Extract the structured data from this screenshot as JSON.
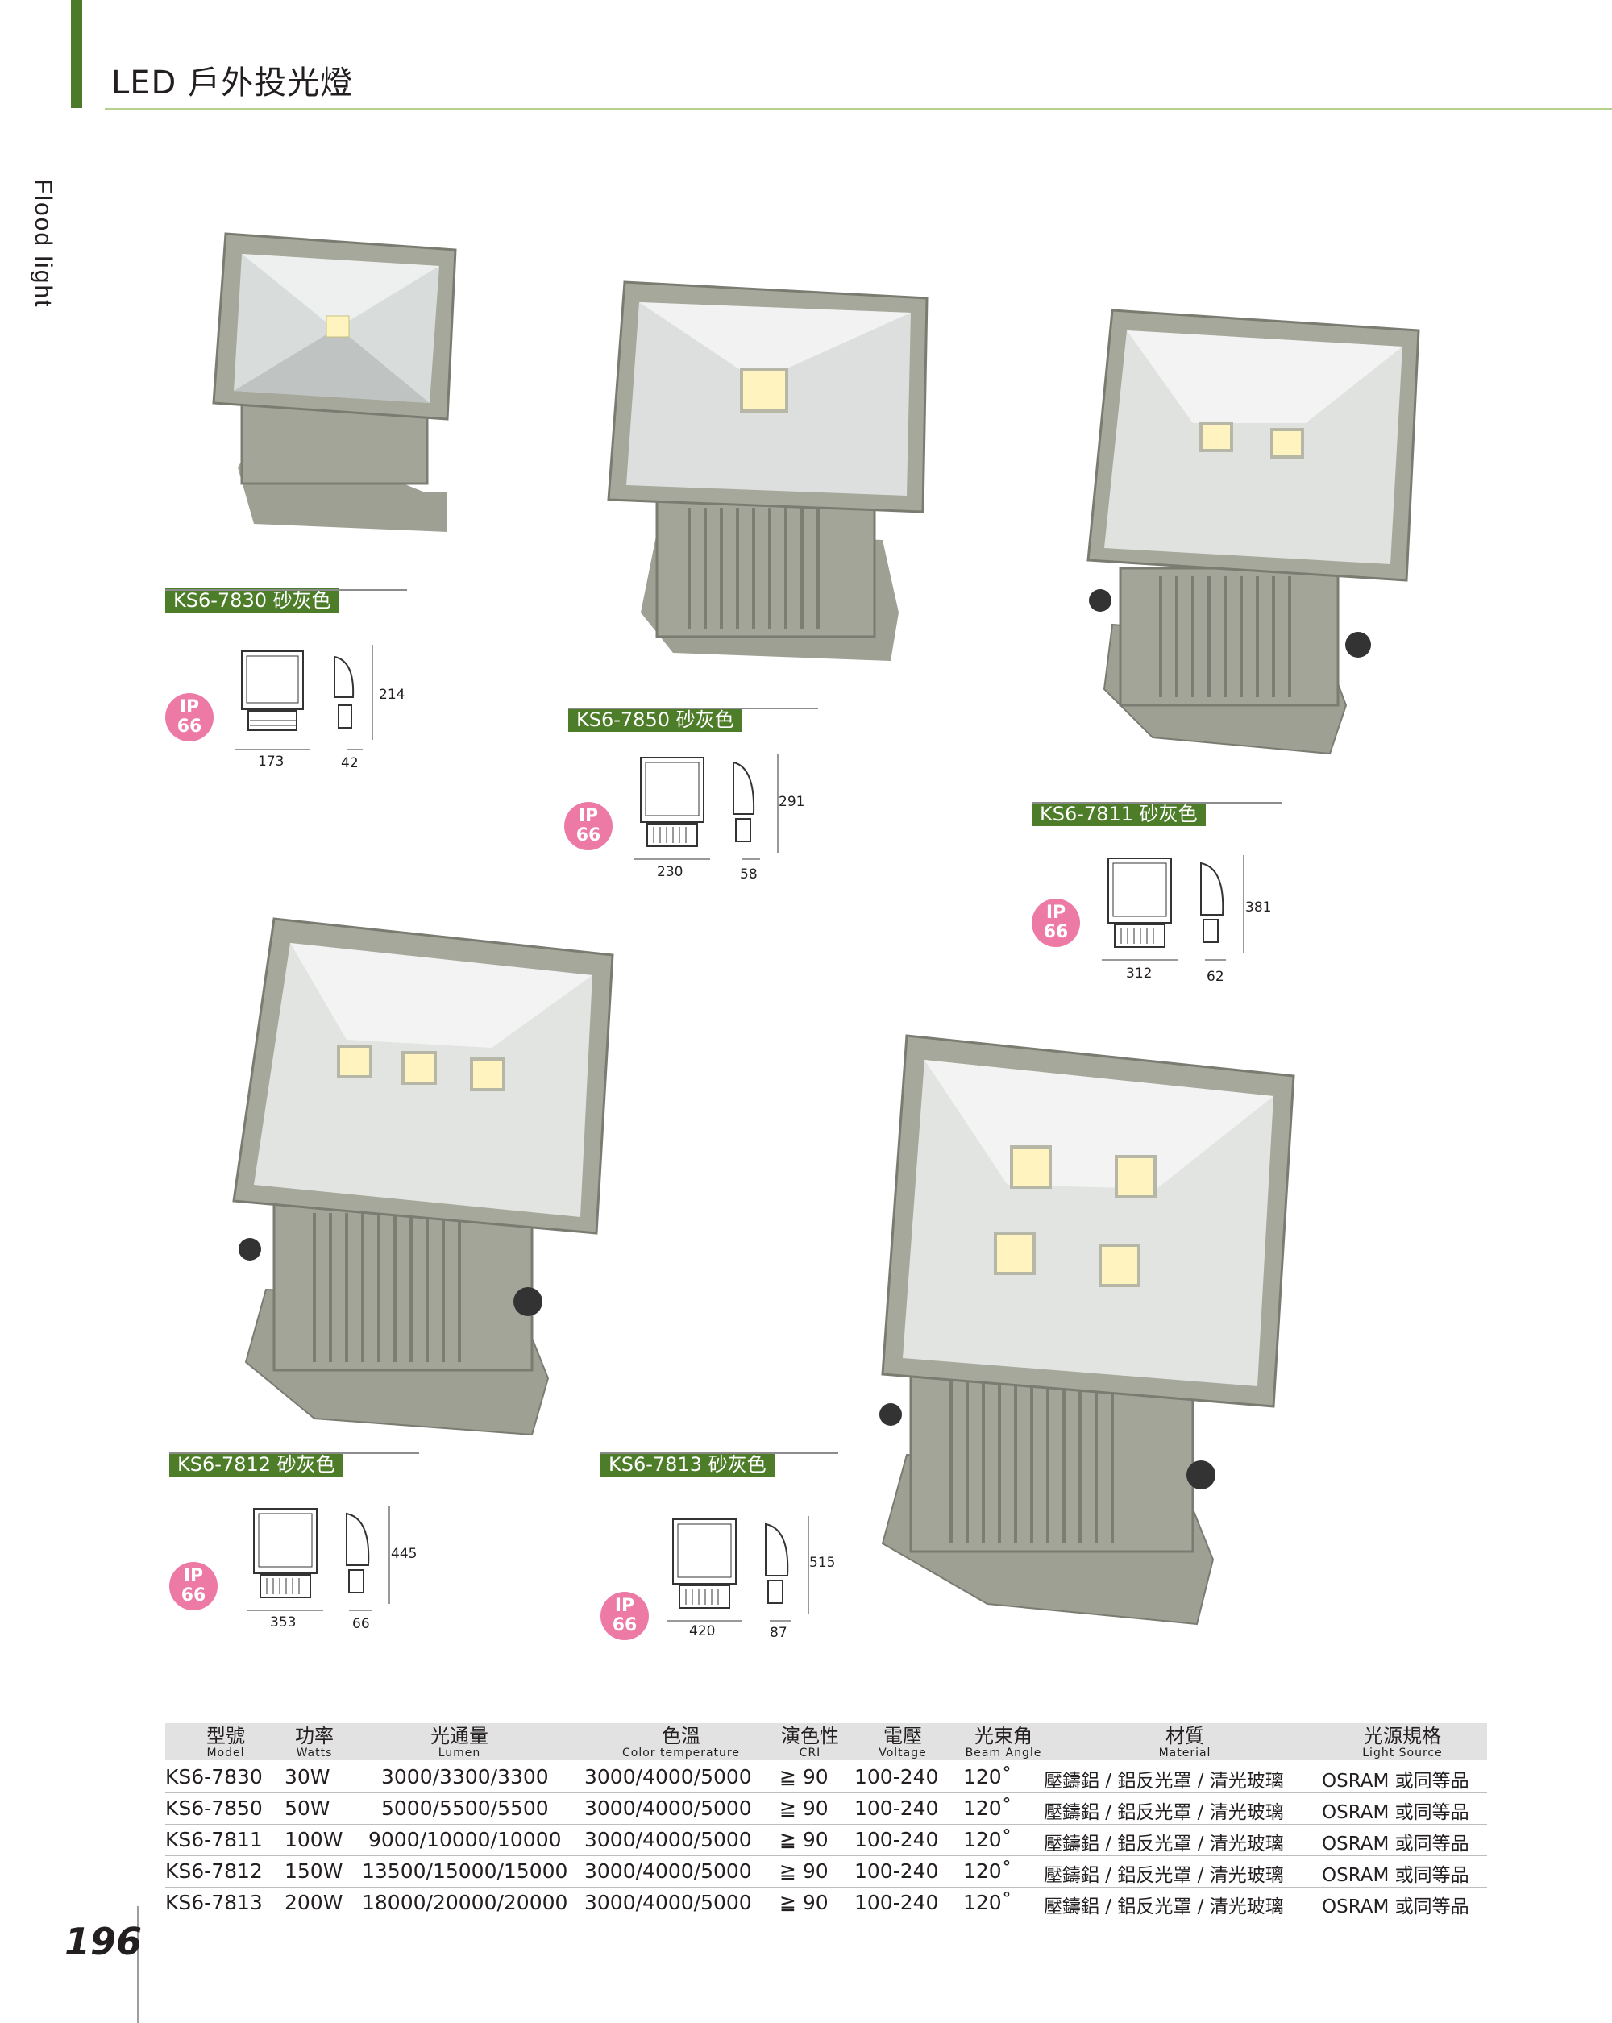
{
  "header": {
    "title": "LED 戶外投光燈",
    "side_label": "Flood light"
  },
  "products": [
    {
      "model": "KS6-7830 砂灰色",
      "ip": [
        "IP",
        "66"
      ],
      "dims": {
        "width": "173",
        "depth": "42",
        "height": "214"
      }
    },
    {
      "model": "KS6-7850 砂灰色",
      "ip": [
        "IP",
        "66"
      ],
      "dims": {
        "width": "230",
        "depth": "58",
        "height": "291"
      }
    },
    {
      "model": "KS6-7811 砂灰色",
      "ip": [
        "IP",
        "66"
      ],
      "dims": {
        "width": "312",
        "depth": "62",
        "height": "381"
      }
    },
    {
      "model": "KS6-7812 砂灰色",
      "ip": [
        "IP",
        "66"
      ],
      "dims": {
        "width": "353",
        "depth": "66",
        "height": "445"
      }
    },
    {
      "model": "KS6-7813 砂灰色",
      "ip": [
        "IP",
        "66"
      ],
      "dims": {
        "width": "420",
        "depth": "87",
        "height": "515"
      }
    }
  ],
  "table": {
    "headers": [
      {
        "zh": "型號",
        "en": "Model"
      },
      {
        "zh": "功率",
        "en": "Watts"
      },
      {
        "zh": "光通量",
        "en": "Lumen"
      },
      {
        "zh": "色溫",
        "en": "Color temperature"
      },
      {
        "zh": "演色性",
        "en": "CRI"
      },
      {
        "zh": "電壓",
        "en": "Voltage"
      },
      {
        "zh": "光束角",
        "en": "Beam Angle"
      },
      {
        "zh": "材質",
        "en": "Material"
      },
      {
        "zh": "光源規格",
        "en": "Light Source"
      }
    ],
    "rows": [
      [
        "KS6-7830",
        "30W",
        "3000/3300/3300",
        "3000/4000/5000",
        "≧ 90",
        "100-240",
        "120˚",
        "壓鑄鋁 / 鋁反光罩 / 清光玻璃",
        "OSRAM 或同等品"
      ],
      [
        "KS6-7850",
        "50W",
        "5000/5500/5500",
        "3000/4000/5000",
        "≧ 90",
        "100-240",
        "120˚",
        "壓鑄鋁 / 鋁反光罩 / 清光玻璃",
        "OSRAM 或同等品"
      ],
      [
        "KS6-7811",
        "100W",
        "9000/10000/10000",
        "3000/4000/5000",
        "≧ 90",
        "100-240",
        "120˚",
        "壓鑄鋁 / 鋁反光罩 / 清光玻璃",
        "OSRAM 或同等品"
      ],
      [
        "KS6-7812",
        "150W",
        "13500/15000/15000",
        "3000/4000/5000",
        "≧ 90",
        "100-240",
        "120˚",
        "壓鑄鋁 / 鋁反光罩 / 清光玻璃",
        "OSRAM 或同等品"
      ],
      [
        "KS6-7813",
        "200W",
        "18000/20000/20000",
        "3000/4000/5000",
        "≧ 90",
        "100-240",
        "120˚",
        "壓鑄鋁 / 鋁反光罩 / 清光玻璃",
        "OSRAM 或同等品"
      ]
    ]
  },
  "footer": {
    "page_number": "196"
  },
  "colors": {
    "accent_green": "#4e7d2a",
    "ip_badge": "#ec7aa4",
    "table_header_bg": "#e2e2e2"
  }
}
